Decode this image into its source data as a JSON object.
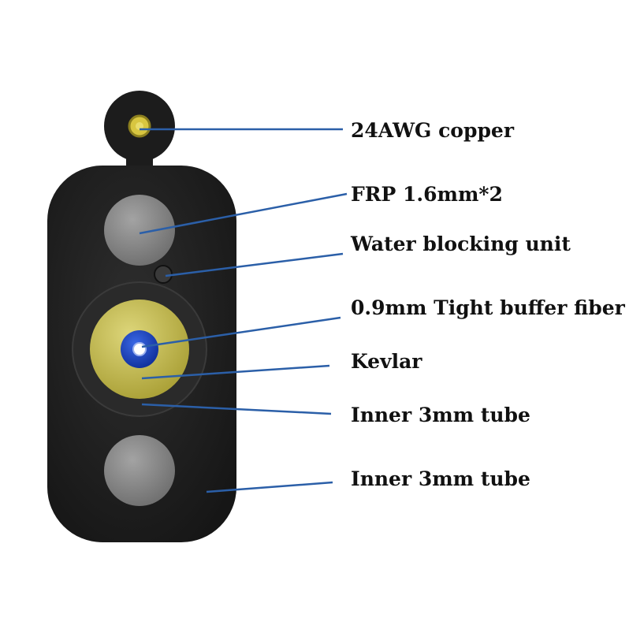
{
  "labels": {
    "copper": "24AWG copper",
    "frp": "FRP 1.6mm*2",
    "water_blocking": "Water blocking unit",
    "tight_buffer": "0.9mm Tight buffer fiber",
    "kevlar": "Kevlar",
    "inner_tube_1": "Inner 3mm tube",
    "inner_tube_2": "Inner 3mm tube"
  },
  "colors": {
    "sheath": "#1c1c1c",
    "tube": "#2a2a2a",
    "frp": "#8a8a8a",
    "kevlar": "#c8bf55",
    "fiber": "#1a3fbf",
    "copper": "#d8c640",
    "leader": "#2b5fa8"
  }
}
